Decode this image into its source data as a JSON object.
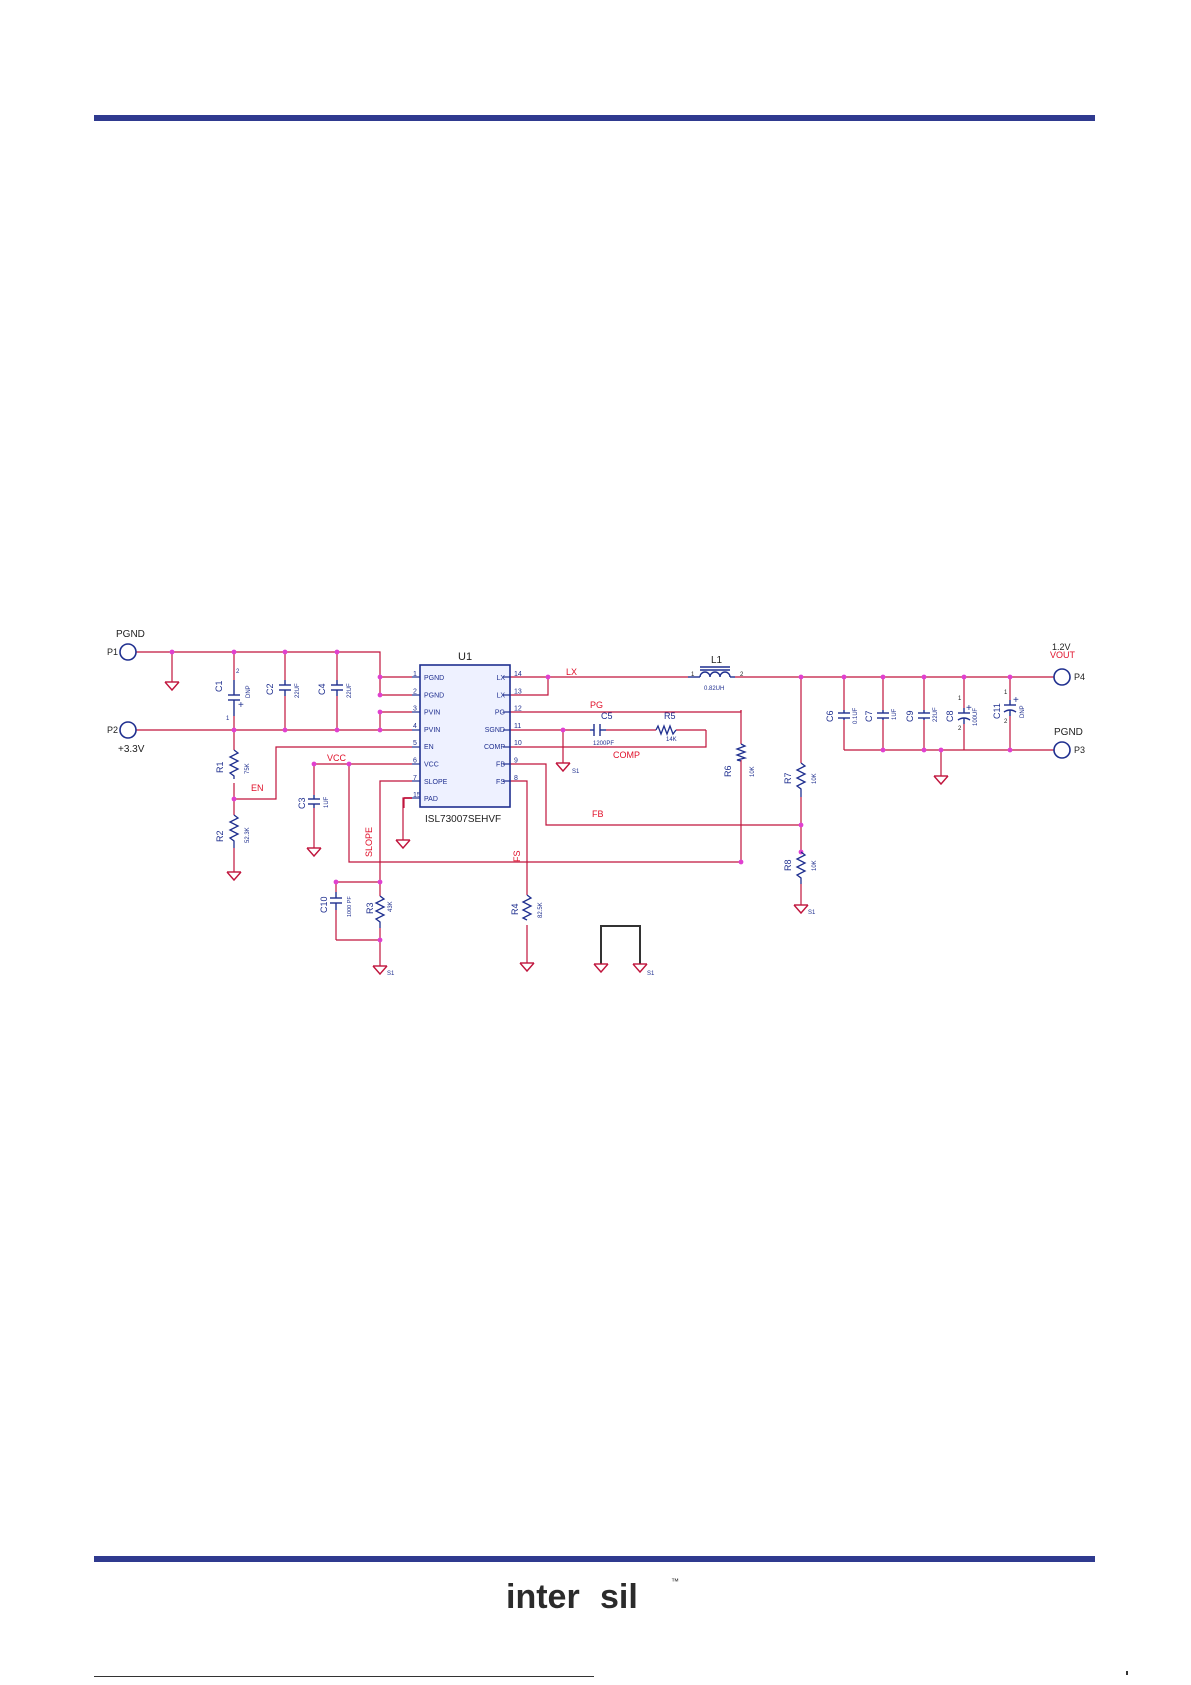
{
  "colors": {
    "wire": "#c0143c",
    "node": "#e040d0",
    "component": "#1f2f8f",
    "chip_fill": "#eef1ff",
    "label_red": "#e0102a",
    "text_dark": "#222222",
    "rule": "#2f3a8f"
  },
  "ports": {
    "p1_name": "P1",
    "p1_label": "PGND",
    "p2_name": "P2",
    "p2_label": "+3.3V",
    "p3_name": "P3",
    "p3_label": "PGND",
    "p4_name": "P4",
    "p4_label_v": "1.2V",
    "p4_label": "VOUT"
  },
  "chip": {
    "ref": "U1",
    "part": "ISL73007SEHVF",
    "left_pins": [
      {
        "num": "1",
        "name": "PGND"
      },
      {
        "num": "2",
        "name": "PGND"
      },
      {
        "num": "3",
        "name": "PVIN"
      },
      {
        "num": "4",
        "name": "PVIN"
      },
      {
        "num": "5",
        "name": "EN"
      },
      {
        "num": "6",
        "name": "VCC"
      },
      {
        "num": "7",
        "name": "SLOPE"
      },
      {
        "num": "15",
        "name": "PAD"
      }
    ],
    "right_pins": [
      {
        "num": "14",
        "name": "LX"
      },
      {
        "num": "13",
        "name": "LX"
      },
      {
        "num": "12",
        "name": "PG"
      },
      {
        "num": "11",
        "name": "SGND"
      },
      {
        "num": "10",
        "name": "COMP"
      },
      {
        "num": "9",
        "name": "FB"
      },
      {
        "num": "8",
        "name": "FS"
      }
    ]
  },
  "components": {
    "c1": {
      "ref": "C1",
      "value": "DNP",
      "pin_top": "2",
      "pin_bottom": "1"
    },
    "c2": {
      "ref": "C2",
      "value": "22UF"
    },
    "c4": {
      "ref": "C4",
      "value": "22UF"
    },
    "r1": {
      "ref": "R1",
      "value": "75K"
    },
    "r2": {
      "ref": "R2",
      "value": "52.3K"
    },
    "c3": {
      "ref": "C3",
      "value": "1UF"
    },
    "c5": {
      "ref": "C5",
      "value": "1200PF"
    },
    "r5": {
      "ref": "R5",
      "value": "14K"
    },
    "r6": {
      "ref": "R6",
      "value": "10K"
    },
    "c10": {
      "ref": "C10",
      "value": "1000 PF"
    },
    "r3": {
      "ref": "R3",
      "value": "43K"
    },
    "r4": {
      "ref": "R4",
      "value": "82.5K"
    },
    "l1": {
      "ref": "L1",
      "value": "0.82UH",
      "pin1": "1",
      "pin2": "2"
    },
    "r7": {
      "ref": "R7",
      "value": "10K"
    },
    "r8": {
      "ref": "R8",
      "value": "10K"
    },
    "c6": {
      "ref": "C6",
      "value": "0.1UF"
    },
    "c7": {
      "ref": "C7",
      "value": "1UF"
    },
    "c9": {
      "ref": "C9",
      "value": "22UF"
    },
    "c8": {
      "ref": "C8",
      "value": "100UF",
      "pin_top": "1",
      "pin_bottom": "2"
    },
    "c11": {
      "ref": "C11",
      "value": "DNP",
      "pin_top": "1",
      "pin_bottom": "2"
    }
  },
  "nets": {
    "lx": "LX",
    "pg": "PG",
    "comp": "COMP",
    "en": "EN",
    "vcc": "VCC",
    "slope": "SLOPE",
    "fs": "FS",
    "fb": "FB",
    "s1": "S1"
  },
  "logo": {
    "text_a": "inter",
    "text_b": "sil",
    "tm": "™"
  }
}
